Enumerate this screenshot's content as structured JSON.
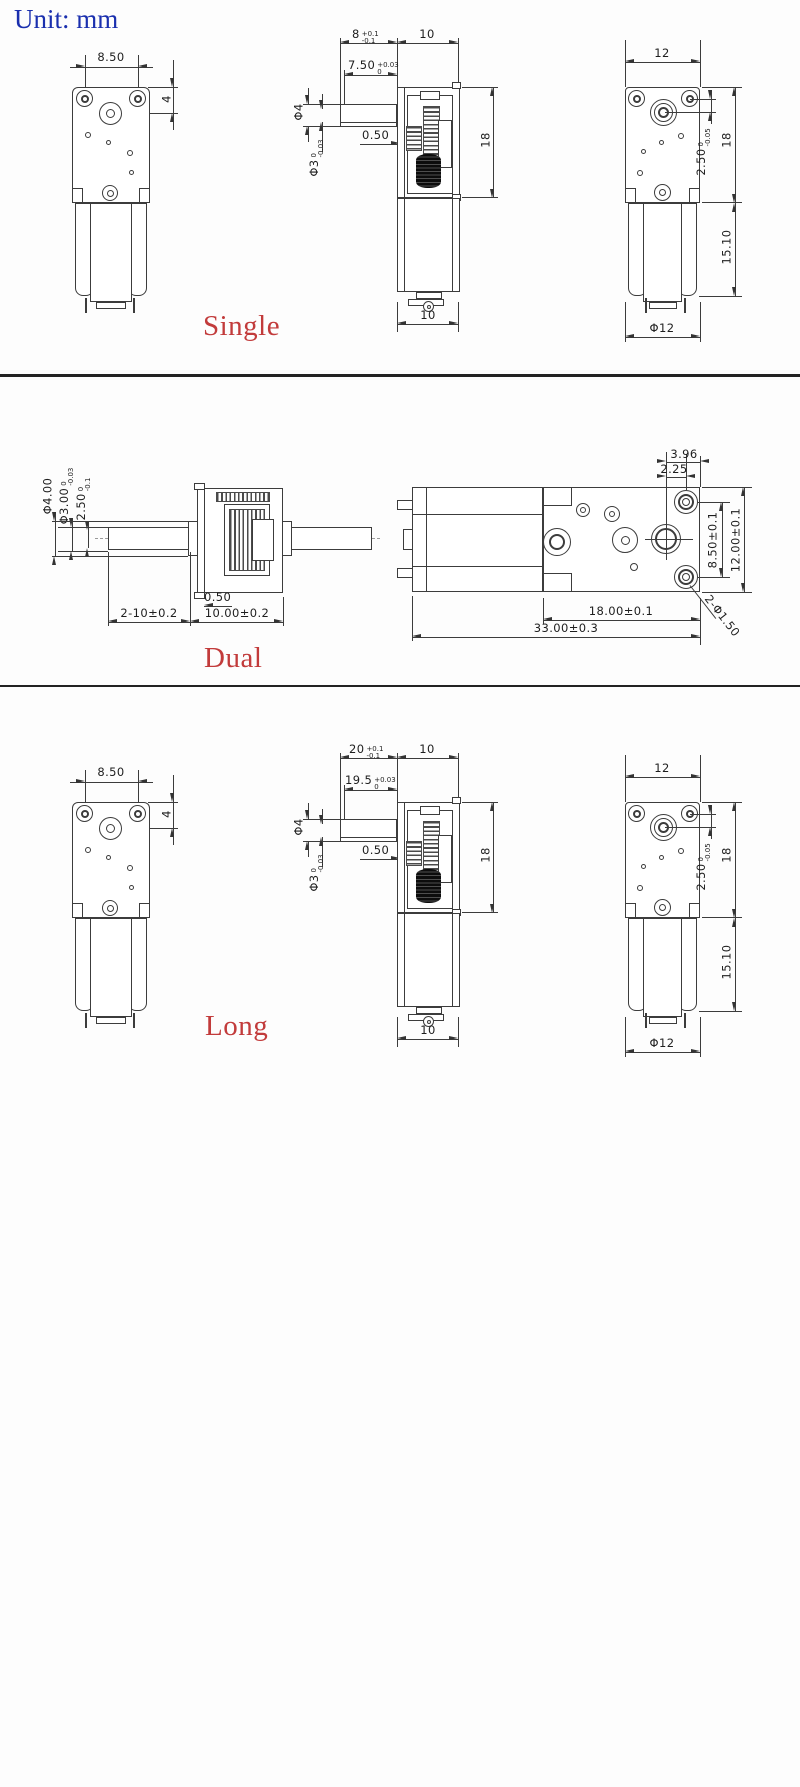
{
  "unit_label": "Unit: mm",
  "colors": {
    "line": "#3c3c3c",
    "section_label": "#c23b3b",
    "unit_label": "#1a2fae"
  },
  "sections": {
    "single": {
      "label": "Single",
      "front": {
        "width": "8.50",
        "hole_offset": "4"
      },
      "side": {
        "shaft_length": {
          "main": "8",
          "tol_top": "+0.1",
          "tol_bot": "-0.1"
        },
        "gearbox_width": "10",
        "shaft_flat_length": {
          "main": "7.50",
          "tol_top": "+0.03",
          "tol_bot": "0"
        },
        "shaft_dia": "Φ4",
        "shaft_dia2": {
          "main": "Φ3",
          "tol_top": "0",
          "tol_bot": "-0.03"
        },
        "step": "0.50",
        "gearbox_height": "18",
        "bottom_width": "10"
      },
      "rear": {
        "width": "12",
        "shaft_offset": {
          "main": "2.50",
          "tol_top": "0",
          "tol_bot": "-0.05"
        },
        "plate_height": "18",
        "motor_length": "15.10",
        "motor_dia": "Φ12"
      }
    },
    "dual": {
      "label": "Dual",
      "side": {
        "shaft_dia": "Φ4.00",
        "shaft_dia2": {
          "main": "Φ3.00",
          "tol_top": "0",
          "tol_bot": "-0.03"
        },
        "flat_height": {
          "main": "2.50",
          "tol_top": "0",
          "tol_bot": "-0.1"
        },
        "step": "0.50",
        "shaft_length": "2-10±0.2",
        "gearbox_width": "10.00±0.2"
      },
      "top": {
        "hole_edge": "3.96",
        "hole_pitch": "2.25",
        "hole_span": "8.50±0.1",
        "body_height": "12.00±0.1",
        "gearbox_length": "18.00±0.1",
        "total_length": "33.00±0.3",
        "mount_holes": "2-Φ1.50"
      }
    },
    "long": {
      "label": "Long",
      "front": {
        "width": "8.50",
        "hole_offset": "4"
      },
      "side": {
        "shaft_length": {
          "main": "20",
          "tol_top": "+0.1",
          "tol_bot": "-0.1"
        },
        "gearbox_width": "10",
        "shaft_flat_length": {
          "main": "19.5",
          "tol_top": "+0.03",
          "tol_bot": "0"
        },
        "shaft_dia": "Φ4",
        "shaft_dia2": {
          "main": "Φ3",
          "tol_top": "0",
          "tol_bot": "-0.03"
        },
        "step": "0.50",
        "gearbox_height": "18",
        "bottom_width": "10"
      },
      "rear": {
        "width": "12",
        "shaft_offset": {
          "main": "2.50",
          "tol_top": "0",
          "tol_bot": "-0.05"
        },
        "plate_height": "18",
        "motor_length": "15.10",
        "motor_dia": "Φ12"
      }
    }
  }
}
